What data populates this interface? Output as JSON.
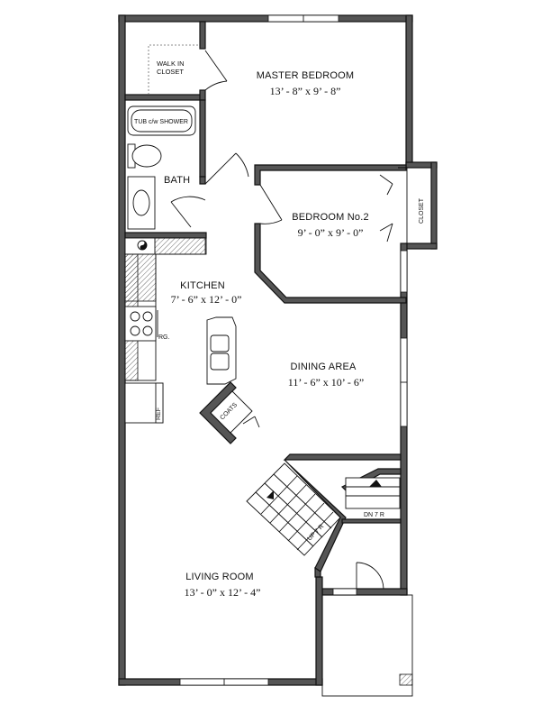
{
  "rooms": {
    "master_bedroom": {
      "name": "MASTER BEDROOM",
      "dims": "13’ - 8” x 9’ - 8”"
    },
    "bedroom2": {
      "name": "BEDROOM No.2",
      "dims": "9’ - 0” x 9’ - 0”"
    },
    "kitchen": {
      "name": "KITCHEN",
      "dims": "7’ - 6” x 12’ - 0”"
    },
    "dining": {
      "name": "DINING AREA",
      "dims": "11’ - 6” x 10’ - 6”"
    },
    "living": {
      "name": "LIVING ROOM",
      "dims": "13’ - 0” x 12’ - 4”"
    },
    "bath": {
      "name": "BATH"
    }
  },
  "labels": {
    "walk_in_closet_1": "WALK IN",
    "walk_in_closet_2": "CLOSET",
    "tub": "TUB c/w SHOWER",
    "closet": "CLOSET",
    "coats": "COATS",
    "range": "RG.",
    "ref": "REF",
    "stairs_up": "UP 7 R",
    "stairs_down": "DN 7 R"
  }
}
